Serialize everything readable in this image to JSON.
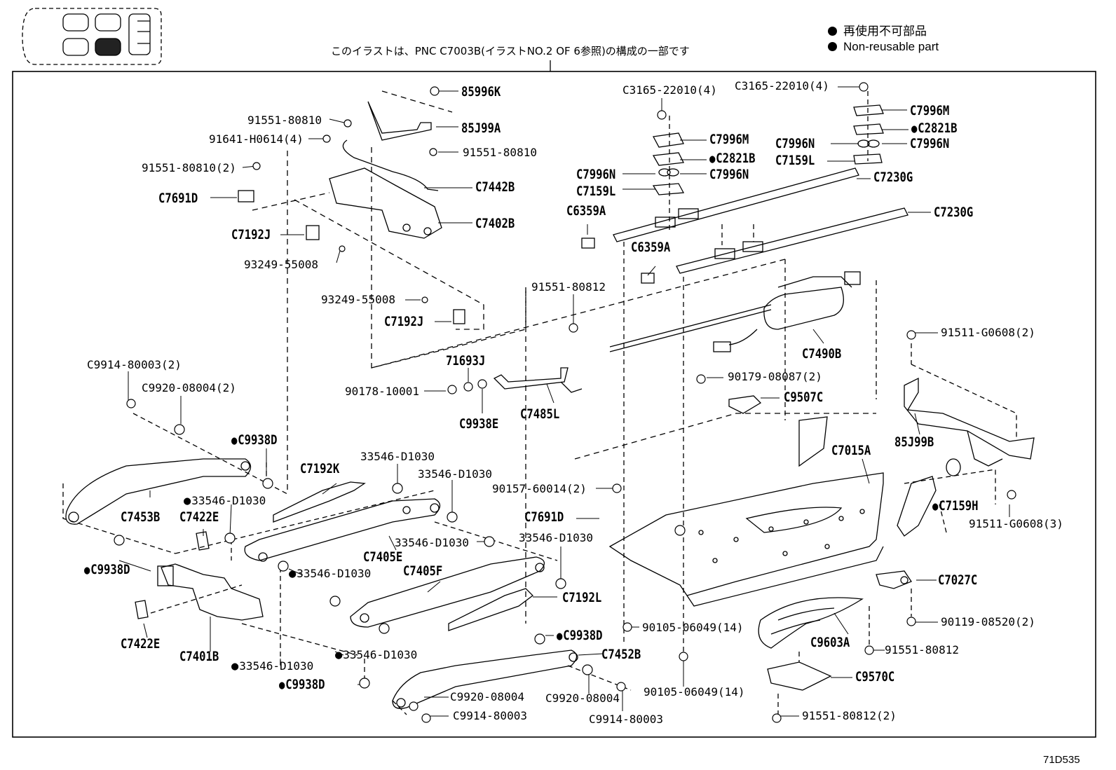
{
  "caption": "このイラストは、PNC C7003B(イラストNO.2 OF 6参照)の構成の一部です",
  "legend": {
    "jp": "再使用不可部品",
    "en": "Non-reusable part"
  },
  "diagram_code": "71D535",
  "labels": [
    {
      "id": "l1",
      "text": "85996K",
      "nr": false,
      "big": true
    },
    {
      "id": "l2",
      "text": "85J99A",
      "nr": false,
      "big": true
    },
    {
      "id": "l3",
      "text": "91551-80810",
      "nr": false,
      "big": false
    },
    {
      "id": "l4",
      "text": "91641-H0614(4)",
      "nr": false,
      "big": false
    },
    {
      "id": "l5",
      "text": "91551-80810",
      "nr": false,
      "big": false
    },
    {
      "id": "l6",
      "text": "91551-80810(2)",
      "nr": false,
      "big": false
    },
    {
      "id": "l7",
      "text": "C7442B",
      "nr": false,
      "big": true
    },
    {
      "id": "l8",
      "text": "C7691D",
      "nr": false,
      "big": true
    },
    {
      "id": "l9",
      "text": "C7402B",
      "nr": false,
      "big": true
    },
    {
      "id": "l10",
      "text": "C7192J",
      "nr": false,
      "big": true
    },
    {
      "id": "l11",
      "text": "93249-55008",
      "nr": false,
      "big": false
    },
    {
      "id": "l12",
      "text": "93249-55008",
      "nr": false,
      "big": false
    },
    {
      "id": "l13",
      "text": "C7192J",
      "nr": false,
      "big": true
    },
    {
      "id": "l14",
      "text": "C3165-22010(4)",
      "nr": false,
      "big": false
    },
    {
      "id": "l15",
      "text": "C3165-22010(4)",
      "nr": false,
      "big": false
    },
    {
      "id": "l16",
      "text": "C7996M",
      "nr": false,
      "big": true
    },
    {
      "id": "l17",
      "text": "C7996M",
      "nr": false,
      "big": true
    },
    {
      "id": "l18",
      "text": "C2821B",
      "nr": true,
      "big": true
    },
    {
      "id": "l19",
      "text": "C2821B",
      "nr": true,
      "big": true
    },
    {
      "id": "l20",
      "text": "C7996N",
      "nr": false,
      "big": true
    },
    {
      "id": "l21",
      "text": "C7996N",
      "nr": false,
      "big": true
    },
    {
      "id": "l22",
      "text": "C7159L",
      "nr": false,
      "big": true
    },
    {
      "id": "l23",
      "text": "C7996N",
      "nr": false,
      "big": true
    },
    {
      "id": "l24",
      "text": "C7996N",
      "nr": false,
      "big": true
    },
    {
      "id": "l25",
      "text": "C7230G",
      "nr": false,
      "big": true
    },
    {
      "id": "l26",
      "text": "C7159L",
      "nr": false,
      "big": true
    },
    {
      "id": "l27",
      "text": "C6359A",
      "nr": false,
      "big": true
    },
    {
      "id": "l28",
      "text": "C7230G",
      "nr": false,
      "big": true
    },
    {
      "id": "l29",
      "text": "C6359A",
      "nr": false,
      "big": true
    },
    {
      "id": "l30",
      "text": "91551-80812",
      "nr": false,
      "big": false
    },
    {
      "id": "l31",
      "text": "C7490B",
      "nr": false,
      "big": true
    },
    {
      "id": "l32",
      "text": "91511-G0608(2)",
      "nr": false,
      "big": false
    },
    {
      "id": "l33",
      "text": "C9914-80003(2)",
      "nr": false,
      "big": false
    },
    {
      "id": "l34",
      "text": "C9920-08004(2)",
      "nr": false,
      "big": false
    },
    {
      "id": "l35",
      "text": "71693J",
      "nr": false,
      "big": true
    },
    {
      "id": "l36",
      "text": "90178-10001",
      "nr": false,
      "big": false
    },
    {
      "id": "l37",
      "text": "C9938E",
      "nr": false,
      "big": true
    },
    {
      "id": "l38",
      "text": "C7485L",
      "nr": false,
      "big": true
    },
    {
      "id": "l39",
      "text": "90179-08087(2)",
      "nr": false,
      "big": false
    },
    {
      "id": "l40",
      "text": "C9507C",
      "nr": false,
      "big": true
    },
    {
      "id": "l41",
      "text": "85J99B",
      "nr": false,
      "big": true
    },
    {
      "id": "l42",
      "text": "C9938D",
      "nr": true,
      "big": true
    },
    {
      "id": "l43",
      "text": "33546-D1030",
      "nr": false,
      "big": false
    },
    {
      "id": "l44",
      "text": "33546-D1030",
      "nr": false,
      "big": false
    },
    {
      "id": "l45",
      "text": "C7192K",
      "nr": false,
      "big": true
    },
    {
      "id": "l46",
      "text": "C7015A",
      "nr": false,
      "big": true
    },
    {
      "id": "l47",
      "text": "90157-60014(2)",
      "nr": false,
      "big": false
    },
    {
      "id": "l48",
      "text": "33546-D1030",
      "nr": true,
      "big": false
    },
    {
      "id": "l49",
      "text": "C7453B",
      "nr": false,
      "big": true
    },
    {
      "id": "l50",
      "text": "C7422E",
      "nr": false,
      "big": true
    },
    {
      "id": "l51",
      "text": "C7691D",
      "nr": false,
      "big": true
    },
    {
      "id": "l52",
      "text": "C7159H",
      "nr": true,
      "big": true
    },
    {
      "id": "l53",
      "text": "91511-G0608(3)",
      "nr": false,
      "big": false
    },
    {
      "id": "l54",
      "text": "33546-D1030",
      "nr": false,
      "big": false
    },
    {
      "id": "l55",
      "text": "33546-D1030",
      "nr": false,
      "big": false
    },
    {
      "id": "l56",
      "text": "C7405E",
      "nr": false,
      "big": true
    },
    {
      "id": "l57",
      "text": "C9938D",
      "nr": true,
      "big": true
    },
    {
      "id": "l58",
      "text": "33546-D1030",
      "nr": true,
      "big": false
    },
    {
      "id": "l59",
      "text": "C7405F",
      "nr": false,
      "big": true
    },
    {
      "id": "l60",
      "text": "C7192L",
      "nr": false,
      "big": true
    },
    {
      "id": "l61",
      "text": "C7027C",
      "nr": false,
      "big": true
    },
    {
      "id": "l62",
      "text": "90105-06049(14)",
      "nr": false,
      "big": false
    },
    {
      "id": "l63",
      "text": "90119-08520(2)",
      "nr": false,
      "big": false
    },
    {
      "id": "l64",
      "text": "C9938D",
      "nr": true,
      "big": true
    },
    {
      "id": "l65",
      "text": "C9603A",
      "nr": false,
      "big": true
    },
    {
      "id": "l66",
      "text": "91551-80812",
      "nr": false,
      "big": false
    },
    {
      "id": "l67",
      "text": "C7422E",
      "nr": false,
      "big": true
    },
    {
      "id": "l68",
      "text": "C7401B",
      "nr": false,
      "big": true
    },
    {
      "id": "l69",
      "text": "33546-D1030",
      "nr": true,
      "big": false
    },
    {
      "id": "l70",
      "text": "C7452B",
      "nr": false,
      "big": true
    },
    {
      "id": "l71",
      "text": "33546-D1030",
      "nr": true,
      "big": false
    },
    {
      "id": "l72",
      "text": "C9570C",
      "nr": false,
      "big": true
    },
    {
      "id": "l73",
      "text": "90105-06049(14)",
      "nr": false,
      "big": false
    },
    {
      "id": "l74",
      "text": "C9938D",
      "nr": true,
      "big": true
    },
    {
      "id": "l75",
      "text": "C9920-08004",
      "nr": false,
      "big": false
    },
    {
      "id": "l76",
      "text": "C9920-08004",
      "nr": false,
      "big": false
    },
    {
      "id": "l77",
      "text": "C9914-80003",
      "nr": false,
      "big": false
    },
    {
      "id": "l78",
      "text": "C9914-80003",
      "nr": false,
      "big": false
    },
    {
      "id": "l79",
      "text": "91551-80812(2)",
      "nr": false,
      "big": false
    }
  ]
}
